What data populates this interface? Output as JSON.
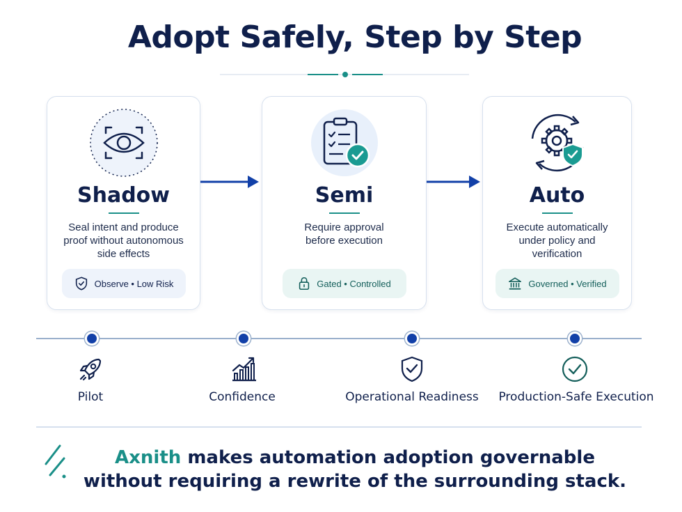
{
  "header": {
    "title": "Adopt Safely, Step by Step"
  },
  "colors": {
    "navy": "#0f1f4b",
    "blue": "#1240a8",
    "teal": "#1a8f88",
    "border": "#d6e0ee"
  },
  "stages": [
    {
      "title": "Shadow",
      "desc_lines": [
        "Seal intent and produce",
        "proof without autonomous",
        "side effects"
      ],
      "badge": "Observe • Low Risk",
      "icon": "eye-scan-icon",
      "badge_icon": "shield-check-icon"
    },
    {
      "title": "Semi",
      "desc_lines": [
        "Require approval",
        "before execution"
      ],
      "badge": "Gated • Controlled",
      "icon": "clipboard-check-icon",
      "badge_icon": "lock-icon"
    },
    {
      "title": "Auto",
      "desc_lines": [
        "Execute automatically",
        "under policy and",
        "verification"
      ],
      "badge": "Governed • Verified",
      "icon": "gear-cycle-shield-icon",
      "badge_icon": "bank-icon"
    }
  ],
  "milestones": [
    {
      "label": "Pilot",
      "icon": "rocket-icon"
    },
    {
      "label": "Confidence",
      "icon": "growth-chart-icon"
    },
    {
      "label": "Operational Readiness",
      "icon": "shield-check-icon"
    },
    {
      "label": "Production-Safe Execution",
      "icon": "check-circle-icon"
    }
  ],
  "footer": {
    "brand": "Axnith",
    "line1_rest": " makes automation adoption governable",
    "line2": "without requiring a rewrite of the surrounding stack."
  }
}
